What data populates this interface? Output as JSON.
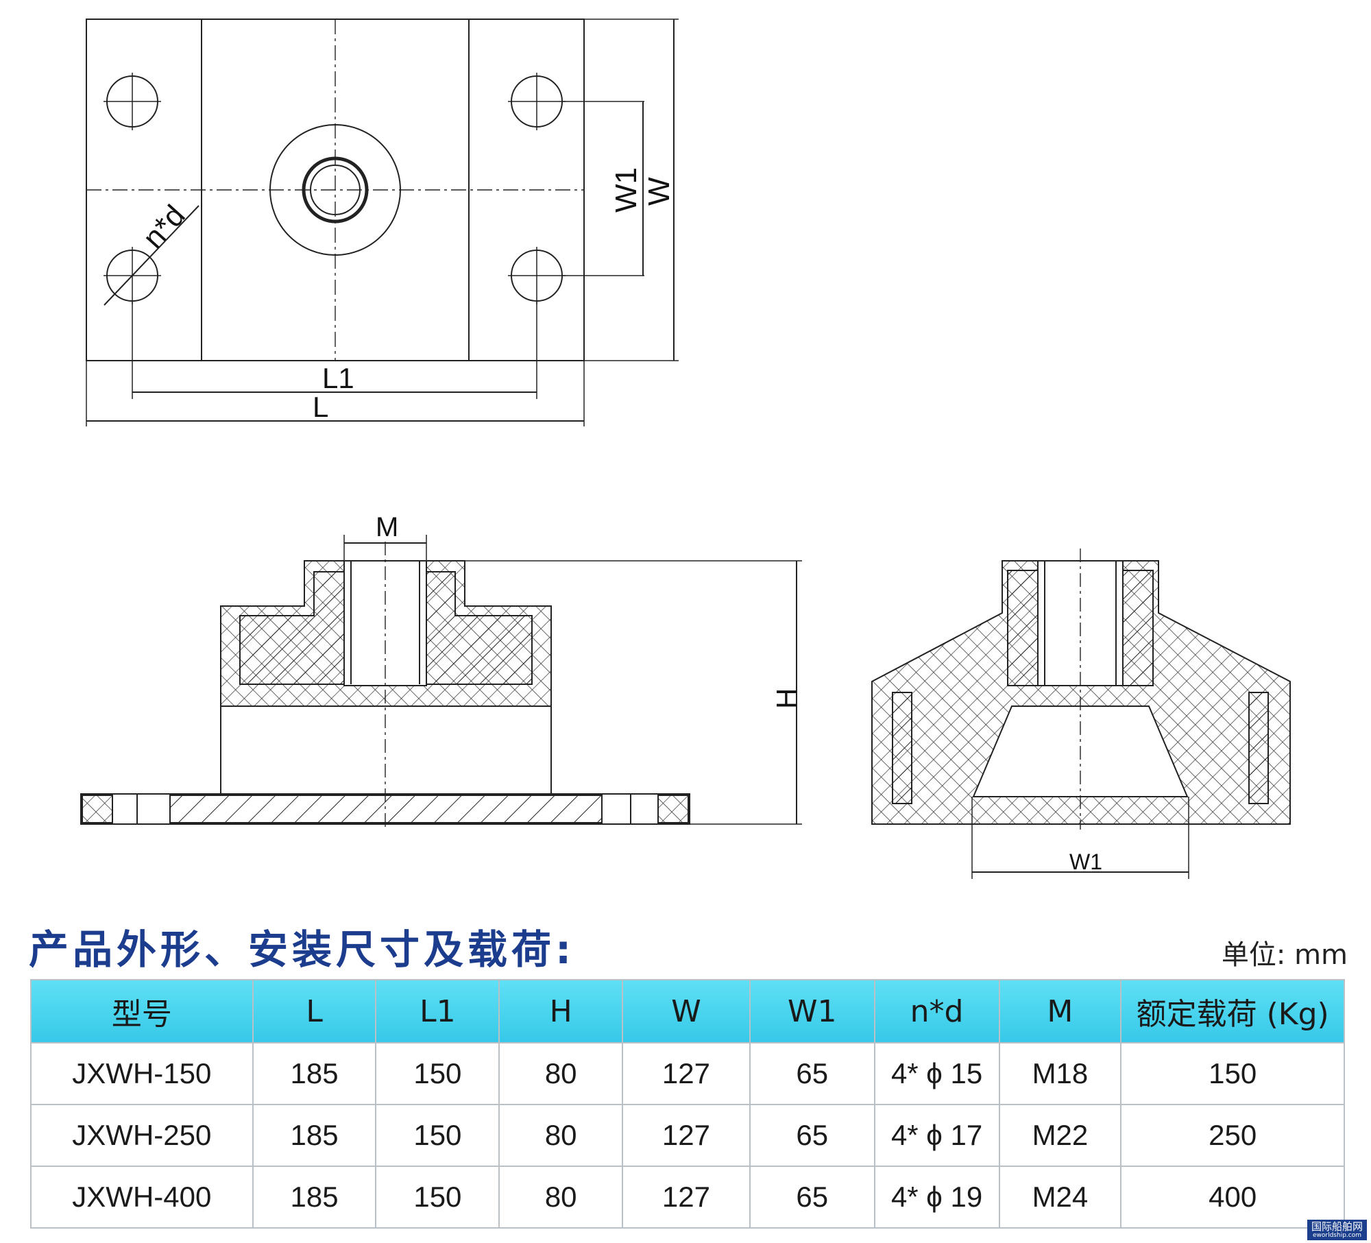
{
  "drawing_labels": {
    "nd": "n*d",
    "w1_top": "W1",
    "w_top": "W",
    "l1": "L1",
    "l": "L",
    "m": "M",
    "h": "H",
    "w1_bottom": "W1"
  },
  "section": {
    "heading": "产品外形、安装尺寸及载荷:",
    "unit": "单位: mm"
  },
  "table": {
    "headers": [
      "型号",
      "L",
      "L1",
      "H",
      "W",
      "W1",
      "n*d",
      "M",
      "额定载荷 (Kg)"
    ],
    "rows": [
      [
        "JXWH-150",
        "185",
        "150",
        "80",
        "127",
        "65",
        "4* ϕ 15",
        "M18",
        "150"
      ],
      [
        "JXWH-250",
        "185",
        "150",
        "80",
        "127",
        "65",
        "4* ϕ 17",
        "M22",
        "250"
      ],
      [
        "JXWH-400",
        "185",
        "150",
        "80",
        "127",
        "65",
        "4* ϕ 19",
        "M24",
        "400"
      ]
    ]
  },
  "watermark": {
    "line1": "国际船舶网",
    "line2": "eworldship.com"
  },
  "colors": {
    "header_bg": "#3fd0ee",
    "heading_text": "#1c3d8e",
    "line": "#222222"
  }
}
